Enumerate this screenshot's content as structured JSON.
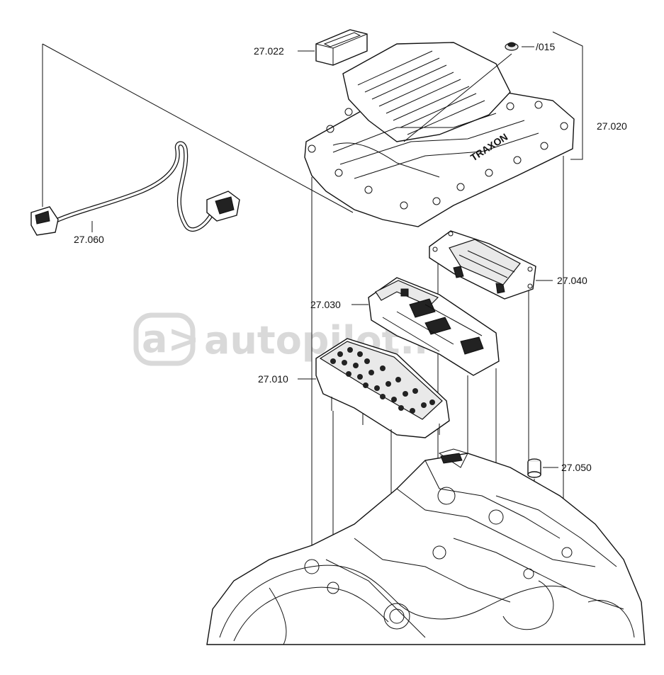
{
  "watermark": {
    "logo_text": "a>",
    "site_text": "autopilot.ru"
  },
  "callouts": [
    {
      "id": "27.022",
      "text": "27.022"
    },
    {
      "id": "015",
      "text": "/015"
    },
    {
      "id": "27.020",
      "text": "27.020"
    },
    {
      "id": "27.060",
      "text": "27.060"
    },
    {
      "id": "27.040",
      "text": "27.040"
    },
    {
      "id": "27.030",
      "text": "27.030"
    },
    {
      "id": "27.010",
      "text": "27.010"
    },
    {
      "id": "27.050",
      "text": "27.050"
    }
  ],
  "cover_marking": "TRAXON"
}
